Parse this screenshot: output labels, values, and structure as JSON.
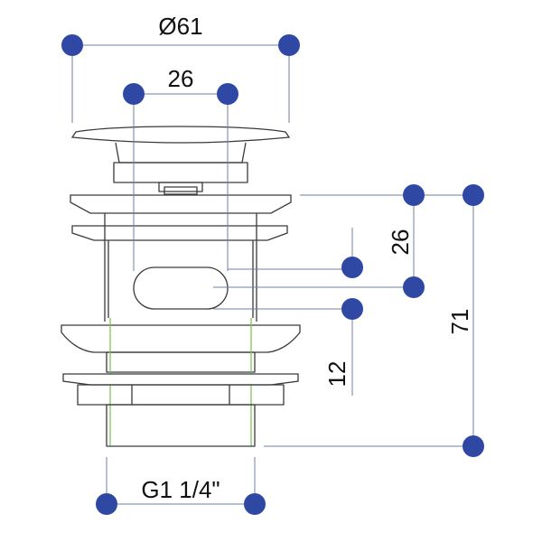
{
  "colors": {
    "outline": "#3a3a3a",
    "dimension_line": "#6f7fa8",
    "marker": "#2f48a3",
    "thread": "#7fbf4c",
    "text": "#111111"
  },
  "dimensions": {
    "cap_diameter": "Ø61",
    "cap_stem_width": "26",
    "overflow_slot_height": "26",
    "total_height": "71",
    "slot_to_flange": "12",
    "thread_size": "G1 1/4\""
  }
}
